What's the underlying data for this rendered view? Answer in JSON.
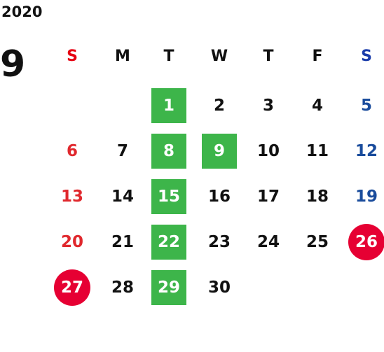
{
  "calendar": {
    "year": "2020",
    "month": "9",
    "weekdays": [
      "S",
      "M",
      "T",
      "W",
      "T",
      "F",
      "S"
    ],
    "weekday_colors": [
      "#e60012",
      "#111111",
      "#111111",
      "#111111",
      "#111111",
      "#111111",
      "#1a3caa"
    ],
    "day_colors": {
      "sunday": "#e0282d",
      "weekday": "#111111",
      "saturday": "#1a4c9c",
      "highlight_text": "#ffffff"
    },
    "highlight_colors": {
      "green_square": "#3db54a",
      "red_circle": "#e60033"
    },
    "weeks": [
      [
        {
          "d": ""
        },
        {
          "d": ""
        },
        {
          "d": "1",
          "h": "square"
        },
        {
          "d": "2"
        },
        {
          "d": "3"
        },
        {
          "d": "4"
        },
        {
          "d": "5"
        }
      ],
      [
        {
          "d": "6"
        },
        {
          "d": "7"
        },
        {
          "d": "8",
          "h": "square"
        },
        {
          "d": "9",
          "h": "square"
        },
        {
          "d": "10"
        },
        {
          "d": "11"
        },
        {
          "d": "12"
        }
      ],
      [
        {
          "d": "13"
        },
        {
          "d": "14"
        },
        {
          "d": "15",
          "h": "square"
        },
        {
          "d": "16"
        },
        {
          "d": "17"
        },
        {
          "d": "18"
        },
        {
          "d": "19"
        }
      ],
      [
        {
          "d": "20"
        },
        {
          "d": "21"
        },
        {
          "d": "22",
          "h": "square"
        },
        {
          "d": "23"
        },
        {
          "d": "24"
        },
        {
          "d": "25"
        },
        {
          "d": "26",
          "h": "circle"
        }
      ],
      [
        {
          "d": "27",
          "h": "circle"
        },
        {
          "d": "28"
        },
        {
          "d": "29",
          "h": "square"
        },
        {
          "d": "30"
        },
        {
          "d": ""
        },
        {
          "d": ""
        },
        {
          "d": ""
        }
      ]
    ]
  }
}
